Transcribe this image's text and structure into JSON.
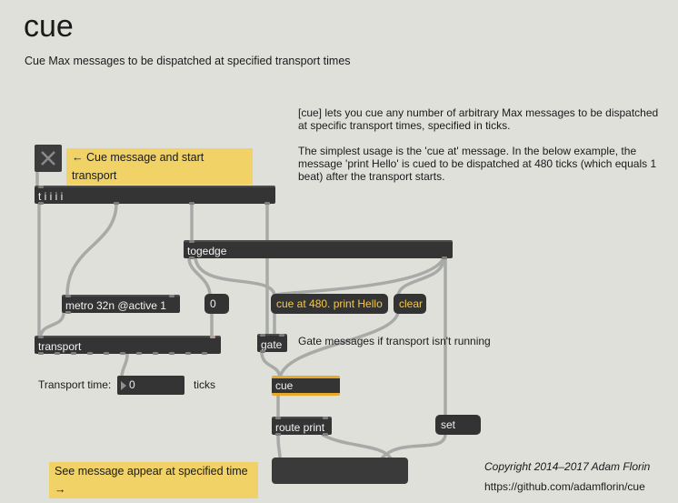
{
  "header": {
    "title": "cue",
    "subtitle": "Cue Max messages to be dispatched at specified transport times"
  },
  "description": {
    "paragraph1": "[cue] lets you cue any number of arbitrary Max messages to be dispatched at specific transport times, specified in ticks.",
    "paragraph2": "The simplest usage is the 'cue at' message. In the below example, the message 'print Hello' is cued to be dispatched at 480 ticks (which equals 1 beat) after the transport starts."
  },
  "comments": {
    "cue_start": "← Cue message and start transport",
    "gate_note": "Gate messages if transport isn't running",
    "transport_time_label": "Transport time:",
    "ticks_label": "ticks",
    "see_message": "See message appear at specified time →"
  },
  "objects": {
    "trigger": "t i i i i",
    "togedge": "togedge",
    "metro": "metro 32n @active 1",
    "transport": "transport",
    "gate": "gate",
    "cue": "cue",
    "route": "route print"
  },
  "messages": {
    "zero": "0",
    "cue_at": "cue at 480. print Hello",
    "clear": "clear",
    "set": "set"
  },
  "number_box": {
    "value": "0"
  },
  "footer": {
    "copyright": "Copyright 2014–2017 Adam Florin",
    "url": "https://github.com/adamflorin/cue"
  },
  "colors": {
    "background": "#e0e0db",
    "object": "#343434",
    "cord": "#a7aaa7",
    "highlight_comment": "#f0d266",
    "message_text_yellow": "#f4c94a",
    "cue_accent": "#e6a92a"
  }
}
